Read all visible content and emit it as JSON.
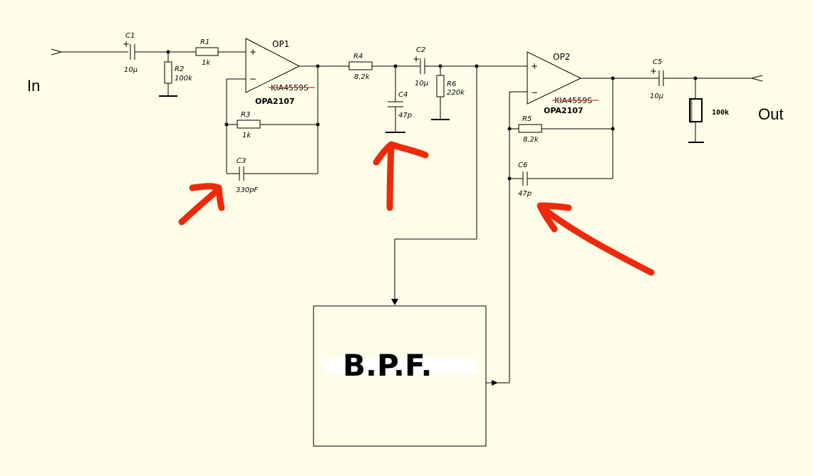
{
  "input_label": "In",
  "output_label": "Out",
  "components": {
    "c1": {
      "ref": "C1",
      "value": "10µ"
    },
    "c2": {
      "ref": "C2",
      "value": "10µ"
    },
    "c3": {
      "ref": "C3",
      "value": "330pF"
    },
    "c4": {
      "ref": "C4",
      "value": "47p"
    },
    "c5": {
      "ref": "C5",
      "value": "10µ"
    },
    "c6": {
      "ref": "C6",
      "value": "47p"
    },
    "r1": {
      "ref": "R1",
      "value": "1k"
    },
    "r2": {
      "ref": "R2",
      "value": "100k"
    },
    "r3": {
      "ref": "R3",
      "value": "1k"
    },
    "r4": {
      "ref": "R4",
      "value": "8,2k"
    },
    "r5": {
      "ref": "R5",
      "value": "8,2k"
    },
    "r6": {
      "ref": "R6",
      "value": "220k"
    },
    "rload": {
      "value": "100k"
    }
  },
  "opamps": {
    "op1": {
      "name": "OP1",
      "old_part": "KIA4559S",
      "new_part": "OPA2107",
      "plus": "+",
      "minus": "−"
    },
    "op2": {
      "name": "OP2",
      "old_part": "KIA4559S",
      "new_part": "OPA2107",
      "plus": "+",
      "minus": "−"
    }
  },
  "polarity_mark": "+",
  "block": {
    "label": "B.P.F."
  },
  "colors": {
    "background": "#fdfde8",
    "annotation": "#ee2a0a",
    "strike": "#d0574a",
    "wire": "#000000"
  }
}
